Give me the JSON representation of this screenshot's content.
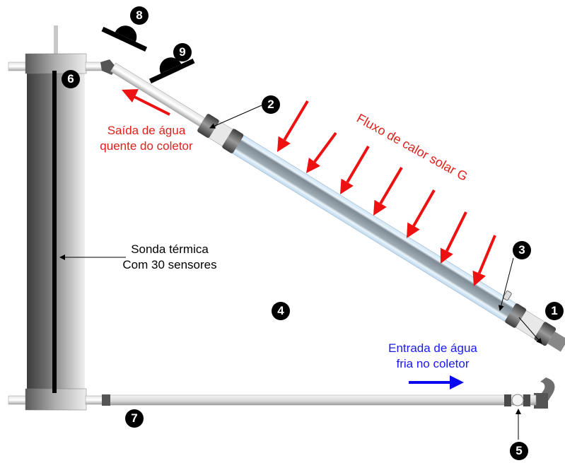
{
  "colors": {
    "heat_arrow": "#ee1111",
    "hot_text": "#e0201a",
    "cold_text": "#1a1aee",
    "cold_arrow": "#0a0af0",
    "probe": "#000000"
  },
  "labels": {
    "hot_outlet": [
      "Saída de água",
      "quente do coletor"
    ],
    "cold_inlet": [
      "Entrada de água",
      "fria no coletor"
    ],
    "probe": [
      "Sonda térmica",
      "Com 30 sensores"
    ],
    "heat_flux": "Fluxo de calor solar G"
  },
  "markers": [
    "1",
    "2",
    "3",
    "4",
    "5",
    "6",
    "7",
    "8",
    "9"
  ]
}
